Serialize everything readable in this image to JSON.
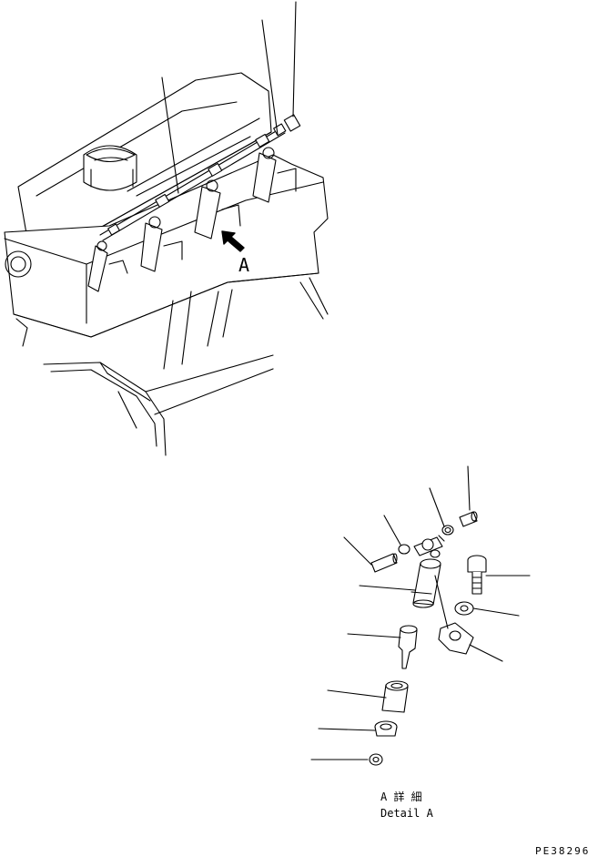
{
  "view_label": "A",
  "detail": {
    "title_jp": "A 詳 細",
    "title_en": "Detail A"
  },
  "drawing_number": "PE38296"
}
